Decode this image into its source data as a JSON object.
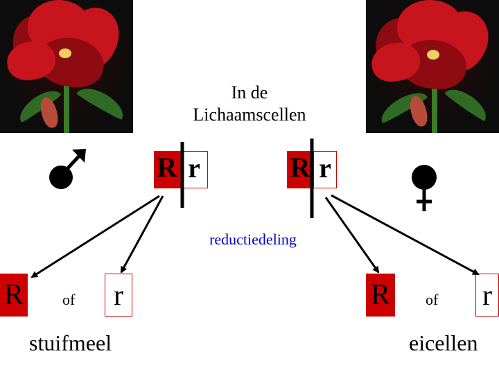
{
  "title": "In de Lichaamscellen",
  "title_lines": [
    "In de",
    "Lichaamscellen"
  ],
  "process_label": "reductiedeling",
  "male": {
    "symbol_icon": "male-symbol-icon",
    "genotype": [
      "R",
      "r"
    ],
    "gametes": [
      "R",
      "r"
    ],
    "connector": "of",
    "gamete_name": "stuifmeel"
  },
  "female": {
    "symbol_icon": "female-symbol-icon",
    "genotype": [
      "R",
      "r"
    ],
    "gametes": [
      "R",
      "r"
    ],
    "connector": "of",
    "gamete_name": "eicellen"
  },
  "colors": {
    "dominant_allele_fill": "#cc0000",
    "recessive_allele_border": "#cc0000",
    "process_text": "#0000cc",
    "flower": "#c8141c"
  }
}
